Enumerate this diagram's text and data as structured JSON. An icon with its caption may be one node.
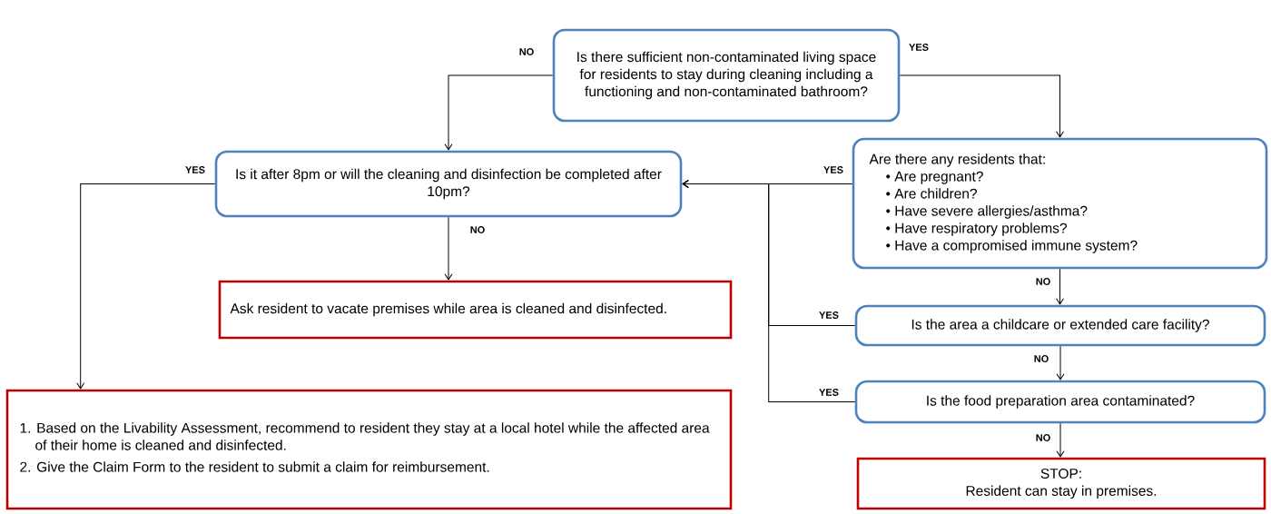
{
  "diagram": {
    "nodes": [
      {
        "text": [
          "Is there sufficient non-contaminated living space for residents to stay during cleaning including a functioning and non-contaminated bathroom?"
        ]
      },
      {
        "text": [
          "Is it after 8pm or will the cleaning and disinfection be completed after 10pm?"
        ]
      },
      {
        "text": [
          "Are there any residents that:",
          "• Are pregnant?",
          "• Are children?",
          "• Have severe allergies/asthma?",
          "• Have respiratory problems?",
          "• Have a compromised immune system?"
        ]
      },
      {
        "text": [
          "Ask resident to vacate premises while area is cleaned and disinfected."
        ]
      },
      {
        "text": [
          "1. Based on the Livability Assessment, recommend to resident they stay at a local hotel while the affected area of their home is cleaned and disinfected.",
          "2. Give the Claim Form to the resident to submit a claim for reimbursement."
        ]
      },
      {
        "text": [
          "Is the area a childcare or extended care facility?"
        ]
      },
      {
        "text": [
          "Is the food preparation area contaminated?"
        ]
      },
      {
        "text": [
          "STOP:",
          "Resident can stay in premises."
        ]
      }
    ],
    "edges": [
      {
        "from": 0,
        "to": 1,
        "arrow": "to",
        "label": "NO"
      },
      {
        "from": 0,
        "to": 2,
        "arrow": "to",
        "label": "YES"
      },
      {
        "from": 1,
        "to": 4,
        "arrow": "to",
        "label": "YES"
      },
      {
        "from": 1,
        "to": 3,
        "arrow": "to",
        "label": "NO"
      },
      {
        "from": 2,
        "to": 1,
        "arrow": "to",
        "label": "YES"
      },
      {
        "from": 2,
        "to": 5,
        "arrow": "to",
        "label": "NO"
      },
      {
        "from": 5,
        "to": 1,
        "arrow": "to",
        "label": "YES"
      },
      {
        "from": 5,
        "to": 6,
        "arrow": "to",
        "label": "NO"
      },
      {
        "from": 6,
        "to": 1,
        "arrow": "to",
        "label": "YES"
      },
      {
        "from": 6,
        "to": 7,
        "arrow": "to",
        "label": "NO"
      }
    ]
  }
}
